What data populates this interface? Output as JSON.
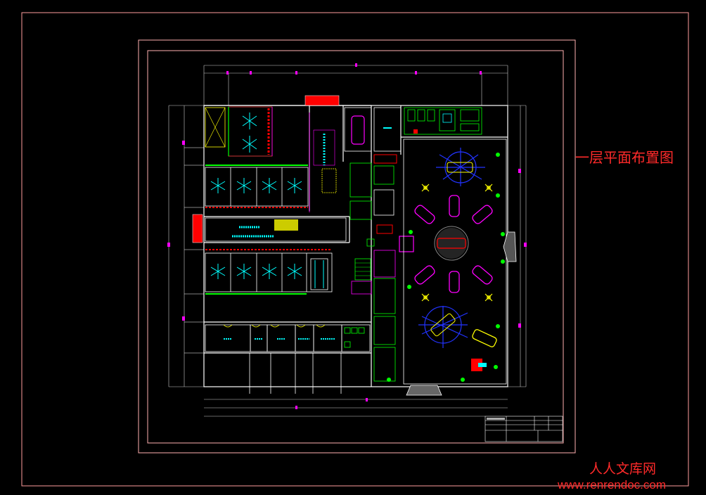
{
  "drawing": {
    "title": "一层平面布置图",
    "watermark_text": "人人文库网",
    "watermark_url": "www.renrendoc.com"
  },
  "colors": {
    "background": "#000000",
    "frame": "#ff9d9d",
    "wall": "#ffffff",
    "accent_magenta": "#ff00ff",
    "accent_cyan": "#00ffff",
    "accent_green": "#00ff00",
    "accent_yellow": "#ffff00",
    "accent_red": "#ff0000",
    "accent_blue": "#2233ff",
    "label_red": "#ff2a2a"
  }
}
